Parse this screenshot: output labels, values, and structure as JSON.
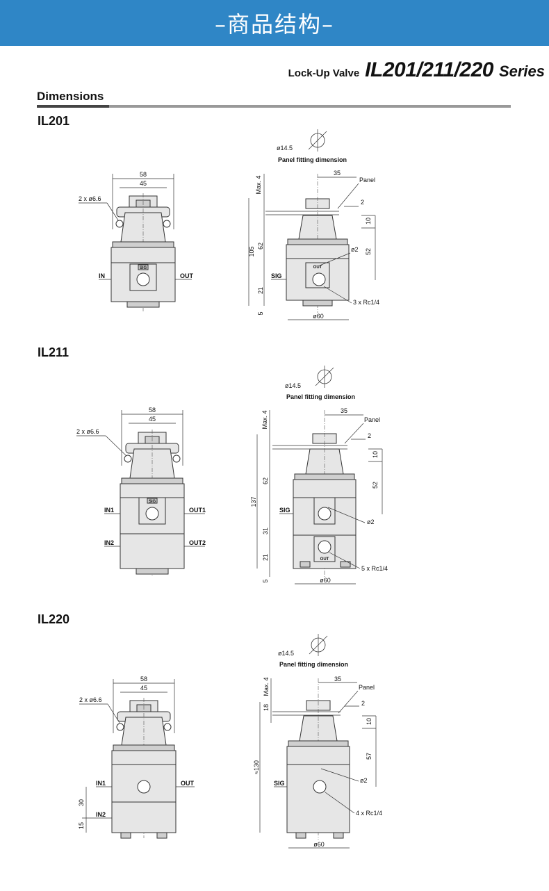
{
  "header": {
    "banner_title": "–商品结构–"
  },
  "title": {
    "prefix": "Lock-Up Valve",
    "model": "IL201/211/220",
    "suffix": "Series"
  },
  "section": {
    "heading": "Dimensions"
  },
  "drawings": {
    "il201": {
      "label": "IL201",
      "front": {
        "d58": "58",
        "d45": "45",
        "holes": "2 x ø6.6",
        "port_in": "IN",
        "port_out": "OUT",
        "sig": "SIG"
      },
      "side": {
        "pf_dia": "ø14.5",
        "pf_label": "Panel fitting dimension",
        "d35": "35",
        "panel": "Panel",
        "d2": "2",
        "d10": "10",
        "d52": "52",
        "dmax": "Max. 4",
        "d105": "105",
        "d62": "62",
        "d21": "21",
        "d5": "5",
        "o2": "ø2",
        "sig": "SIG",
        "out": "OUT",
        "ports": "3 x Rc1/4",
        "o60": "ø60"
      }
    },
    "il211": {
      "label": "IL211",
      "front": {
        "d58": "58",
        "d45": "45",
        "holes": "2 x ø6.6",
        "in1": "IN1",
        "out1": "OUT1",
        "in2": "IN2",
        "out2": "OUT2",
        "sig": "SIG"
      },
      "side": {
        "pf_dia": "ø14.5",
        "pf_label": "Panel fitting dimension",
        "d35": "35",
        "panel": "Panel",
        "d2": "2",
        "d10": "10",
        "d52": "52",
        "dmax": "Max. 4",
        "d137": "137",
        "d62": "62",
        "d31": "31",
        "d21": "21",
        "d5": "5",
        "sig": "SIG",
        "o2": "ø2",
        "out": "OUT",
        "ports": "5 x Rc1/4",
        "o60": "ø60"
      }
    },
    "il220": {
      "label": "IL220",
      "front": {
        "d58": "58",
        "d45": "45",
        "holes": "2 x ø6.6",
        "in1": "IN1",
        "out": "OUT",
        "in2": "IN2",
        "d30": "30",
        "d15": "15"
      },
      "side": {
        "pf_dia": "ø14.5",
        "pf_label": "Panel fitting dimension",
        "d35": "35",
        "panel": "Panel",
        "d2": "2",
        "d10": "10",
        "d57": "57",
        "dmax": "Max. 4",
        "d18": "18",
        "d130": "≈130",
        "sig": "SIG",
        "o2": "ø2",
        "ports": "4 x Rc1/4",
        "o60": "ø60"
      }
    }
  }
}
